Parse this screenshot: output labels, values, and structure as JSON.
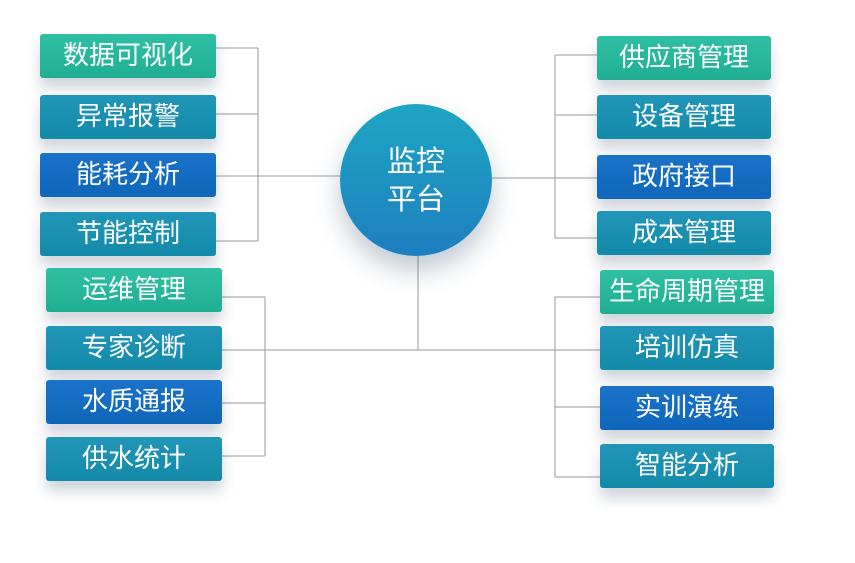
{
  "center": {
    "line1": "监控",
    "line2": "平台"
  },
  "left_upper": [
    {
      "label": "数据可视化",
      "style": "green"
    },
    {
      "label": "异常报警",
      "style": "teal"
    },
    {
      "label": "能耗分析",
      "style": "blue"
    },
    {
      "label": "节能控制",
      "style": "teal"
    }
  ],
  "left_lower": [
    {
      "label": "运维管理",
      "style": "green"
    },
    {
      "label": "专家诊断",
      "style": "teal"
    },
    {
      "label": "水质通报",
      "style": "blue"
    },
    {
      "label": "供水统计",
      "style": "teal"
    }
  ],
  "right_upper": [
    {
      "label": "供应商管理",
      "style": "green"
    },
    {
      "label": "设备管理",
      "style": "teal"
    },
    {
      "label": "政府接口",
      "style": "blue"
    },
    {
      "label": "成本管理",
      "style": "teal"
    }
  ],
  "right_lower": [
    {
      "label": "生命周期管理",
      "style": "green"
    },
    {
      "label": "培训仿真",
      "style": "teal"
    },
    {
      "label": "实训演练",
      "style": "blue"
    },
    {
      "label": "智能分析",
      "style": "teal"
    }
  ],
  "colors": {
    "green": "#24b89c",
    "teal": "#1890b0",
    "blue": "#136dc4",
    "connector": "#9a9a9a"
  }
}
